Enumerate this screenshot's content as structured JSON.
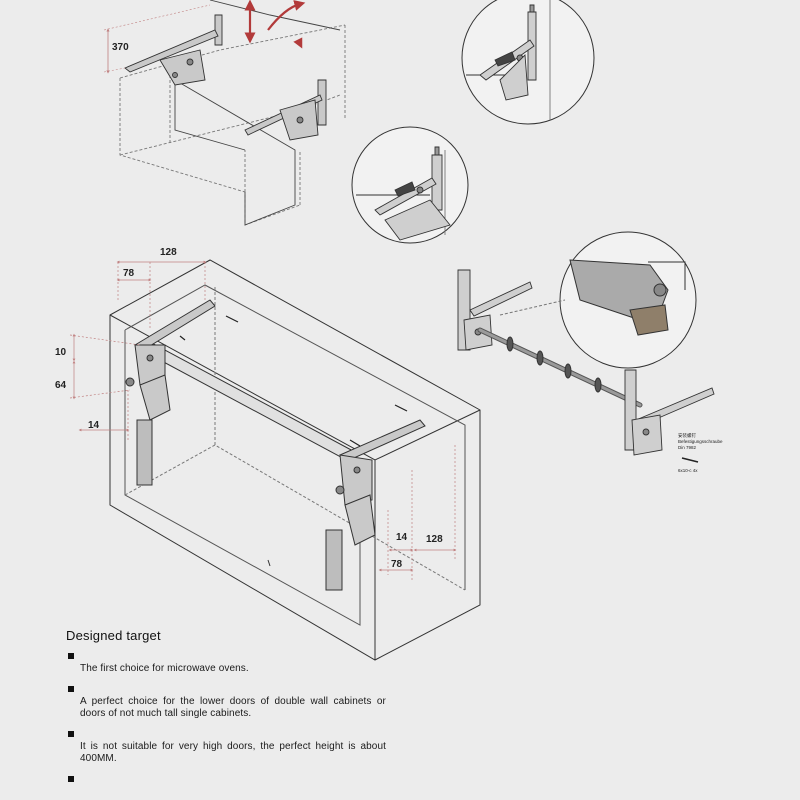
{
  "dimensions": {
    "top_height": "370",
    "left_width_outer": "128",
    "left_width_inner": "78",
    "left_vertical_top": "10",
    "left_vertical_bottom": "64",
    "left_depth": "14",
    "right_depth": "14",
    "right_height": "128",
    "right_width": "78"
  },
  "package_label": {
    "line1": "安装螺钉",
    "line2": "Befestigungsschraube",
    "line3": "Din 7982",
    "qty": "6x10-c 4x"
  },
  "designed_target": {
    "title": "Designed target",
    "items": [
      {
        "text": "The first choice for microwave ovens."
      },
      {
        "text": "A perfect choice for the lower doors of double wall cabinets or doors of not much tall single cabinets."
      },
      {
        "text": "It is not suitable for very high doors, the perfect height is about 400MM."
      },
      {
        "text": ""
      }
    ]
  },
  "colors": {
    "background": "#ececec",
    "line": "#333333",
    "dimension_line": "#c08080",
    "arrow_red": "#b23a3a",
    "metal": "#9a9a9a"
  }
}
